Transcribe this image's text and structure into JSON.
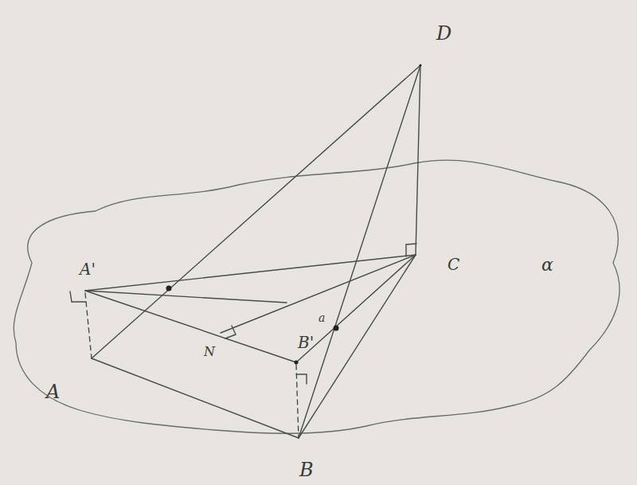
{
  "diagram": {
    "labels": [
      "D",
      "A'",
      "C",
      "α",
      "N",
      "B'",
      "a",
      "A",
      "B"
    ]
  }
}
